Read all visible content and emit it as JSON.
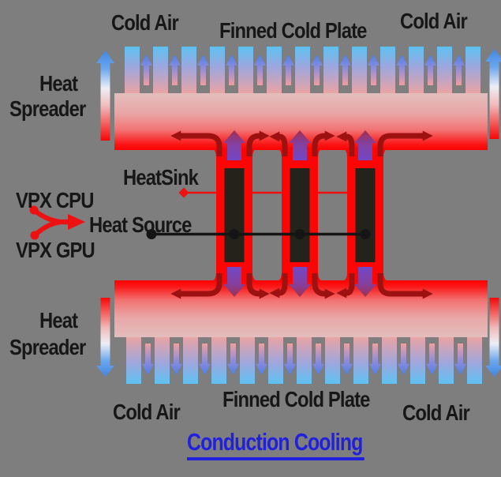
{
  "title": {
    "text": "Conduction Cooling",
    "color": "#2020dd"
  },
  "labels": {
    "cold_air_top_left": "Cold Air",
    "finned_cold_plate_top": "Finned Cold Plate",
    "cold_air_top_right": "Cold Air",
    "heat_spreader_top_line1": "Heat",
    "heat_spreader_top_line2": "Spreader",
    "heatsink": "HeatSink",
    "vpx_cpu": "VPX CPU",
    "heat_source": "Heat Source",
    "vpx_gpu": "VPX GPU",
    "heat_spreader_bottom_line1": "Heat",
    "heat_spreader_bottom_line2": "Spreader",
    "finned_cold_plate_bottom": "Finned Cold Plate",
    "cold_air_bottom_left": "Cold Air",
    "cold_air_bottom_right": "Cold Air"
  },
  "diagram": {
    "background_gray": "#7e7e7e",
    "plate_hot_red": "#fd0202",
    "plate_cool_pink": "#e3bdbd",
    "fin_tip_blue": "#5ec2f2",
    "air_arrow_blue": "#4a82ea",
    "spreader_arrow_red": "#f60606",
    "spreader_arrow_blue": "#4287e4",
    "heatsink_red": "#fb0505",
    "chip_black": "#23231b",
    "heat_flow_dark_red": "#9d1111",
    "conduction_arrow_violet": "#7148c6",
    "conduction_arrow_red_violet": "#a03050",
    "callout_red": "#ee1111",
    "callout_black": "#151515",
    "fins_per_plate": 13,
    "air_arrows_per_plate": 12,
    "heatsink_columns": 3,
    "heat_sources": 3
  }
}
